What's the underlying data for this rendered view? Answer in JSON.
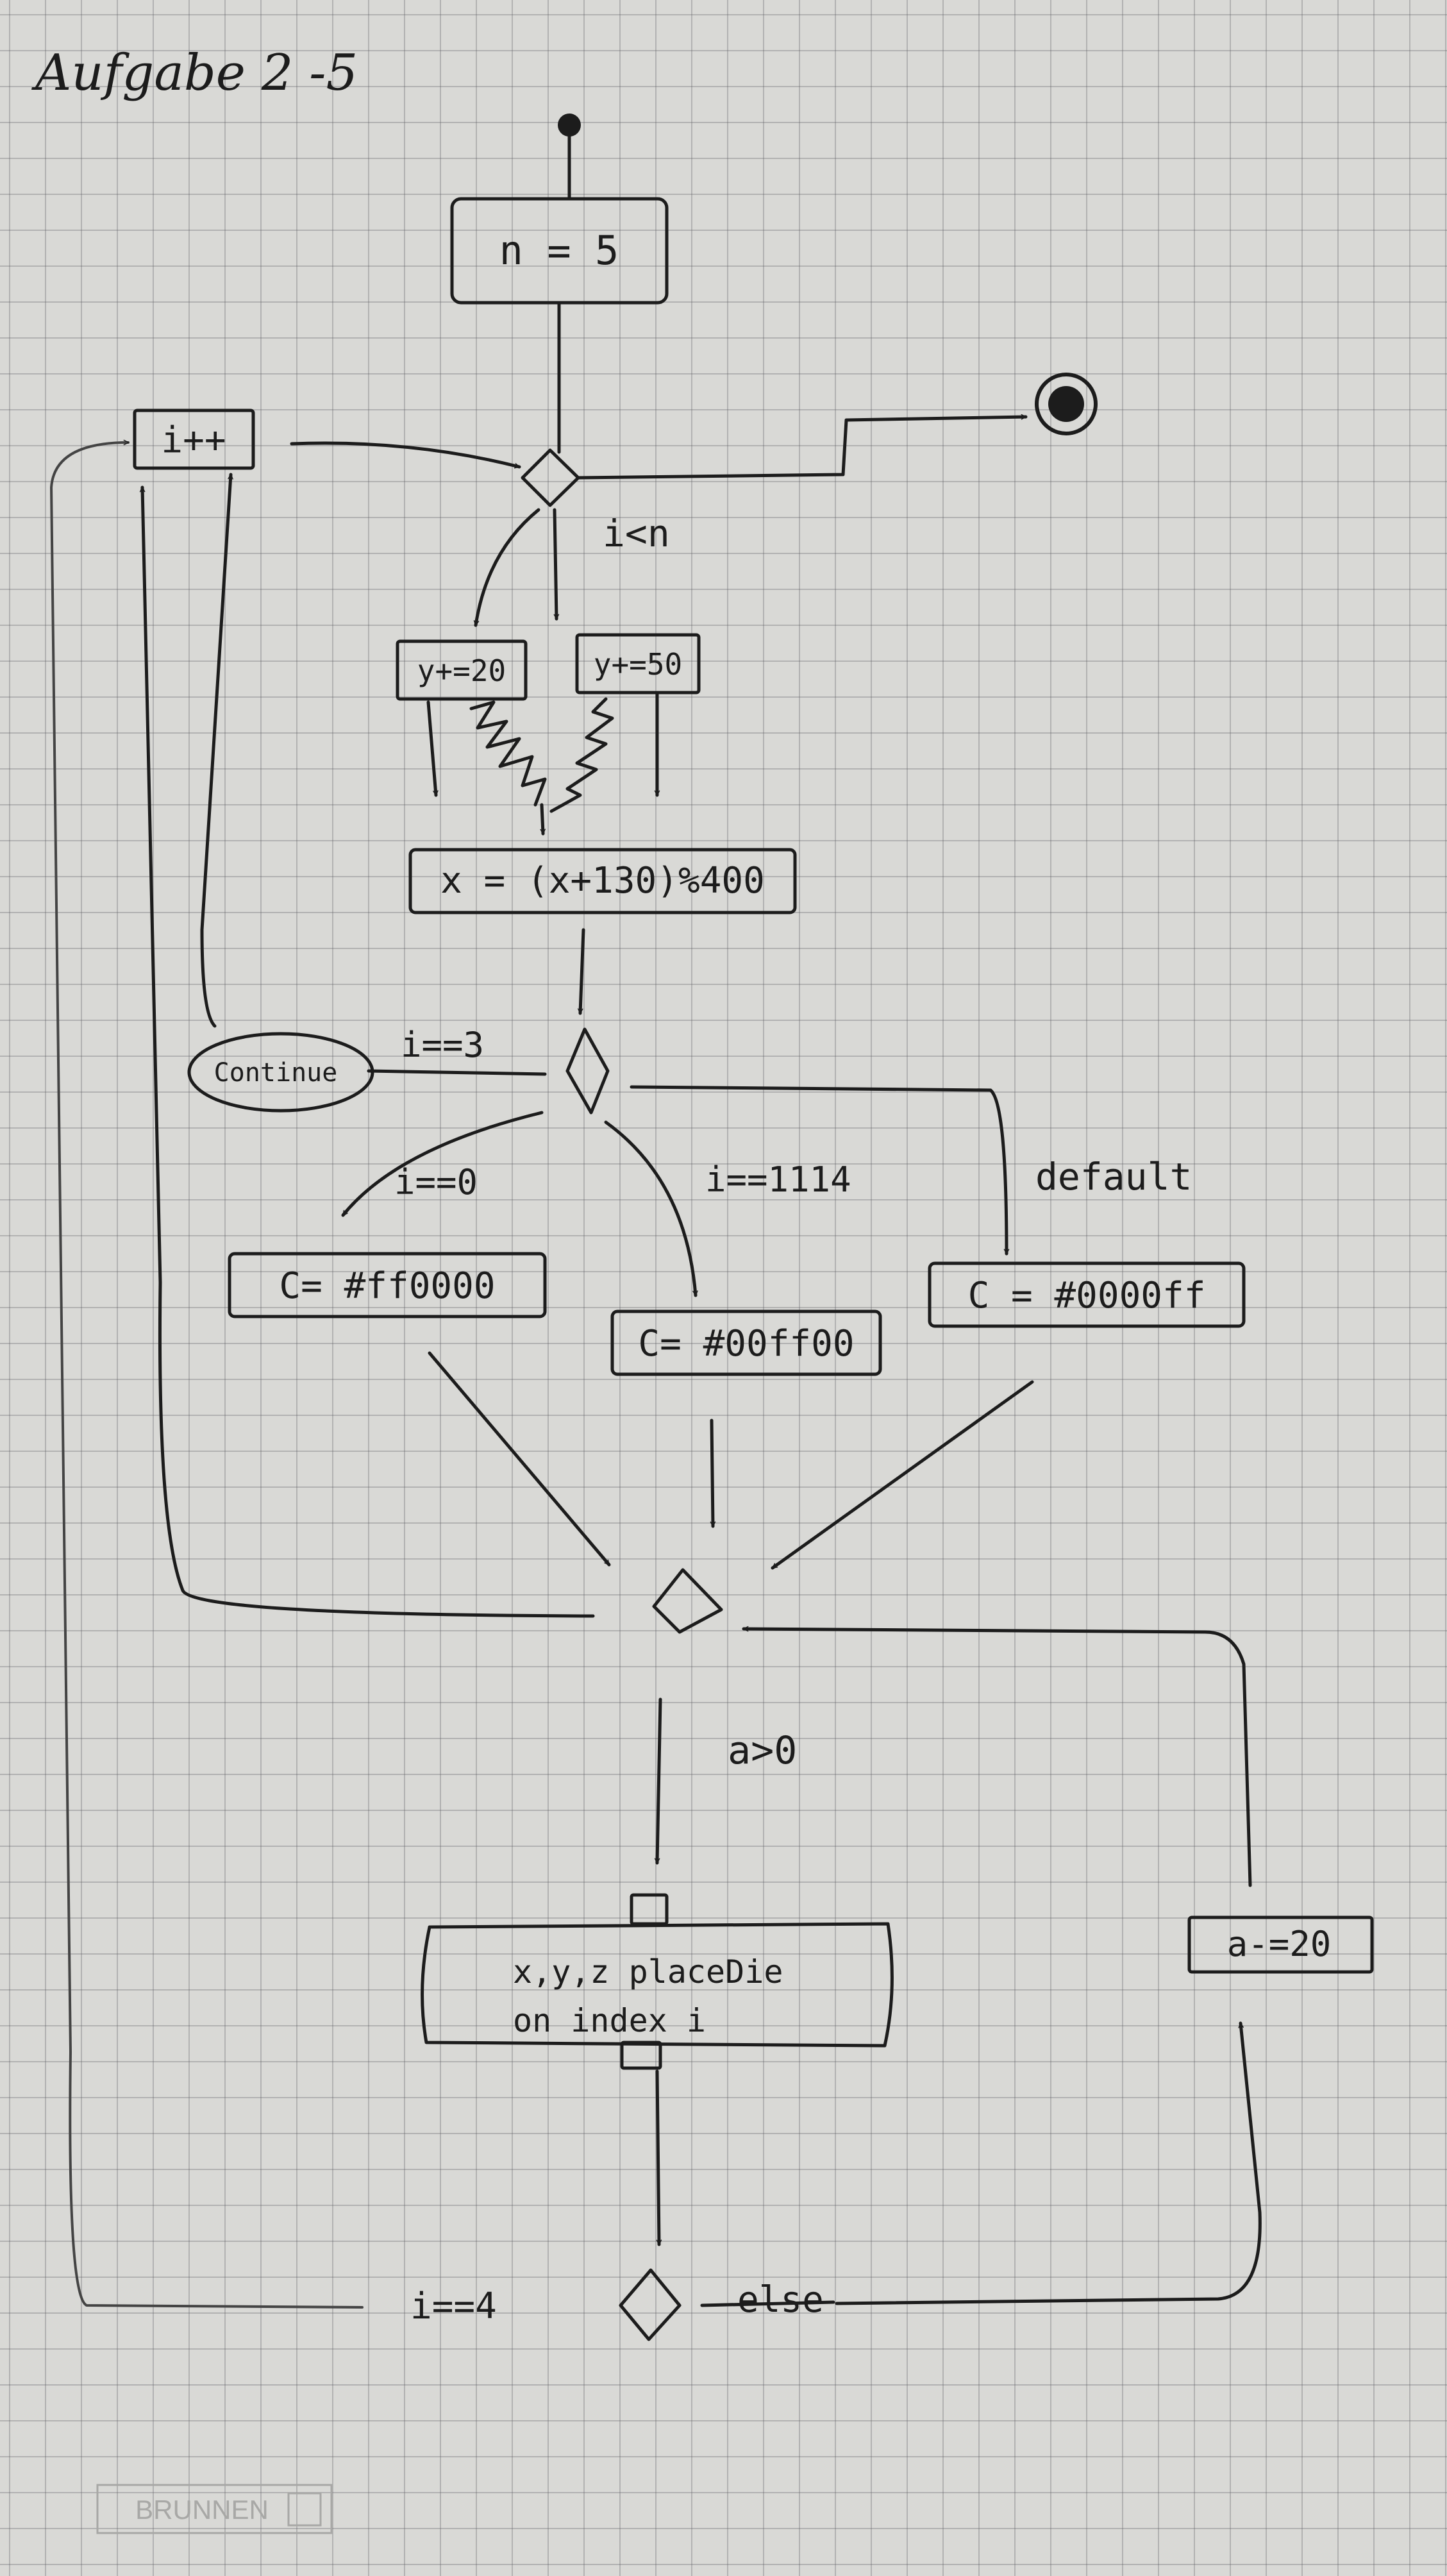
{
  "title": "Aufgabe 2 -5",
  "nodes": {
    "init": "n = 5",
    "increment": "i++",
    "loop_guard": "i<n",
    "y_plus_20": "y+=20",
    "y_plus_50": "y+=50",
    "x_assign": "x = (x+130)%400",
    "cond_i3": "i==3",
    "continue_label": "Continue",
    "cond_i0": "i==0",
    "cond_i1114": "i==1114",
    "cond_default": "default",
    "c_red": "C= #ff0000",
    "c_green": "C= #00ff00",
    "c_blue": "C = #0000ff",
    "cond_a_gt_0": "a>0",
    "place_line1": "x,y,z placeDie",
    "place_line2": "on index i",
    "a_minus_20": "a-=20",
    "cond_i4": "i==4",
    "cond_else": "else"
  },
  "stamp": "BRUNNEN",
  "colors": {
    "ink": "#1c1c1c",
    "paper": "#d9d9d6",
    "grid": "#5a5a5f"
  }
}
